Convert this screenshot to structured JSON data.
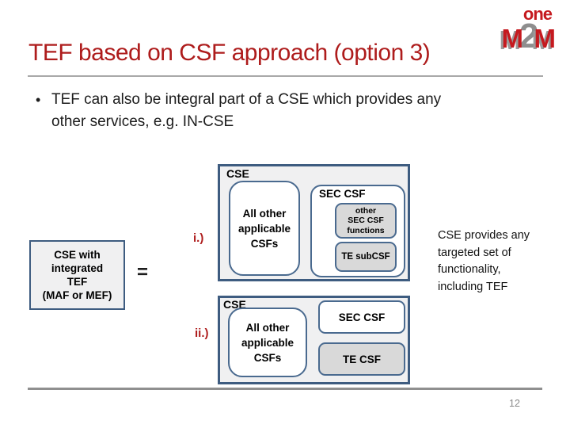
{
  "slide": {
    "title": "TEF based on CSF approach (option 3)",
    "bullet_marker": "•",
    "bullet_lines": [
      "TEF can also be integral part of a CSE which provides any",
      "other services, e.g. IN-CSE"
    ],
    "page_number": "12"
  },
  "logo": {
    "one": "one",
    "m_left": "M",
    "two": "2",
    "m_right": "M"
  },
  "diagram": {
    "left_box_lines": [
      "CSE with",
      "integrated",
      "TEF",
      "(MAF or MEF)"
    ],
    "equals_sign": "=",
    "label_i": "i.)",
    "label_ii": "ii.)",
    "cse_i": {
      "label": "CSE",
      "all_other_lines": [
        "All other",
        "applicable",
        "CSFs"
      ],
      "sec_csf_label": "SEC CSF",
      "other_sec_lines": [
        "other",
        "SEC CSF",
        "functions"
      ],
      "te_sub_csf": "TE subCSF"
    },
    "cse_ii": {
      "label": "CSE",
      "all_other_lines": [
        "All other",
        "applicable",
        "CSFs"
      ],
      "sec_csf": "SEC CSF",
      "te_csf": "TE CSF"
    },
    "note_lines": [
      "CSE provides any",
      "targeted set of",
      "functionality,",
      "including TEF"
    ]
  },
  "colors": {
    "accent_red": "#AE1C1C",
    "logo_red": "#C51A1F",
    "border_blue": "#3E5C80",
    "border_blue_light": "#4A6A8F",
    "panel_fill": "#F0F0F1",
    "gray_fill": "#D9D9D9",
    "rule_gray": "#A8A8A8",
    "page_gray": "#8A8A8A"
  }
}
